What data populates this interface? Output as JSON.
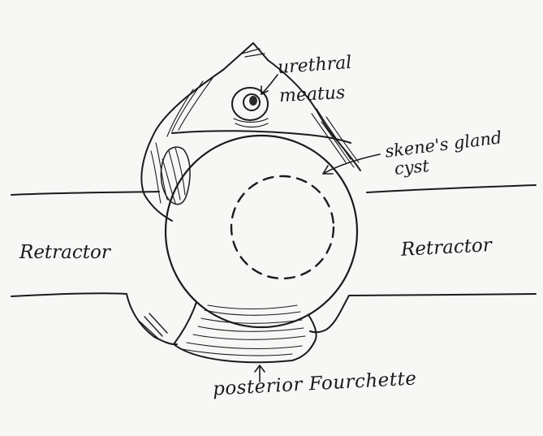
{
  "labels": {
    "urethral": "urethral",
    "meatus": "meatus",
    "skene_line1": "skene's gland",
    "skene_line2": "cyst",
    "retractor_left": "Retractor",
    "retractor_right": "Retractor",
    "fourchette": "posterior Fourchette"
  },
  "colors": {
    "ink": "#1b1b1b",
    "paper": "#f7f7f5"
  }
}
